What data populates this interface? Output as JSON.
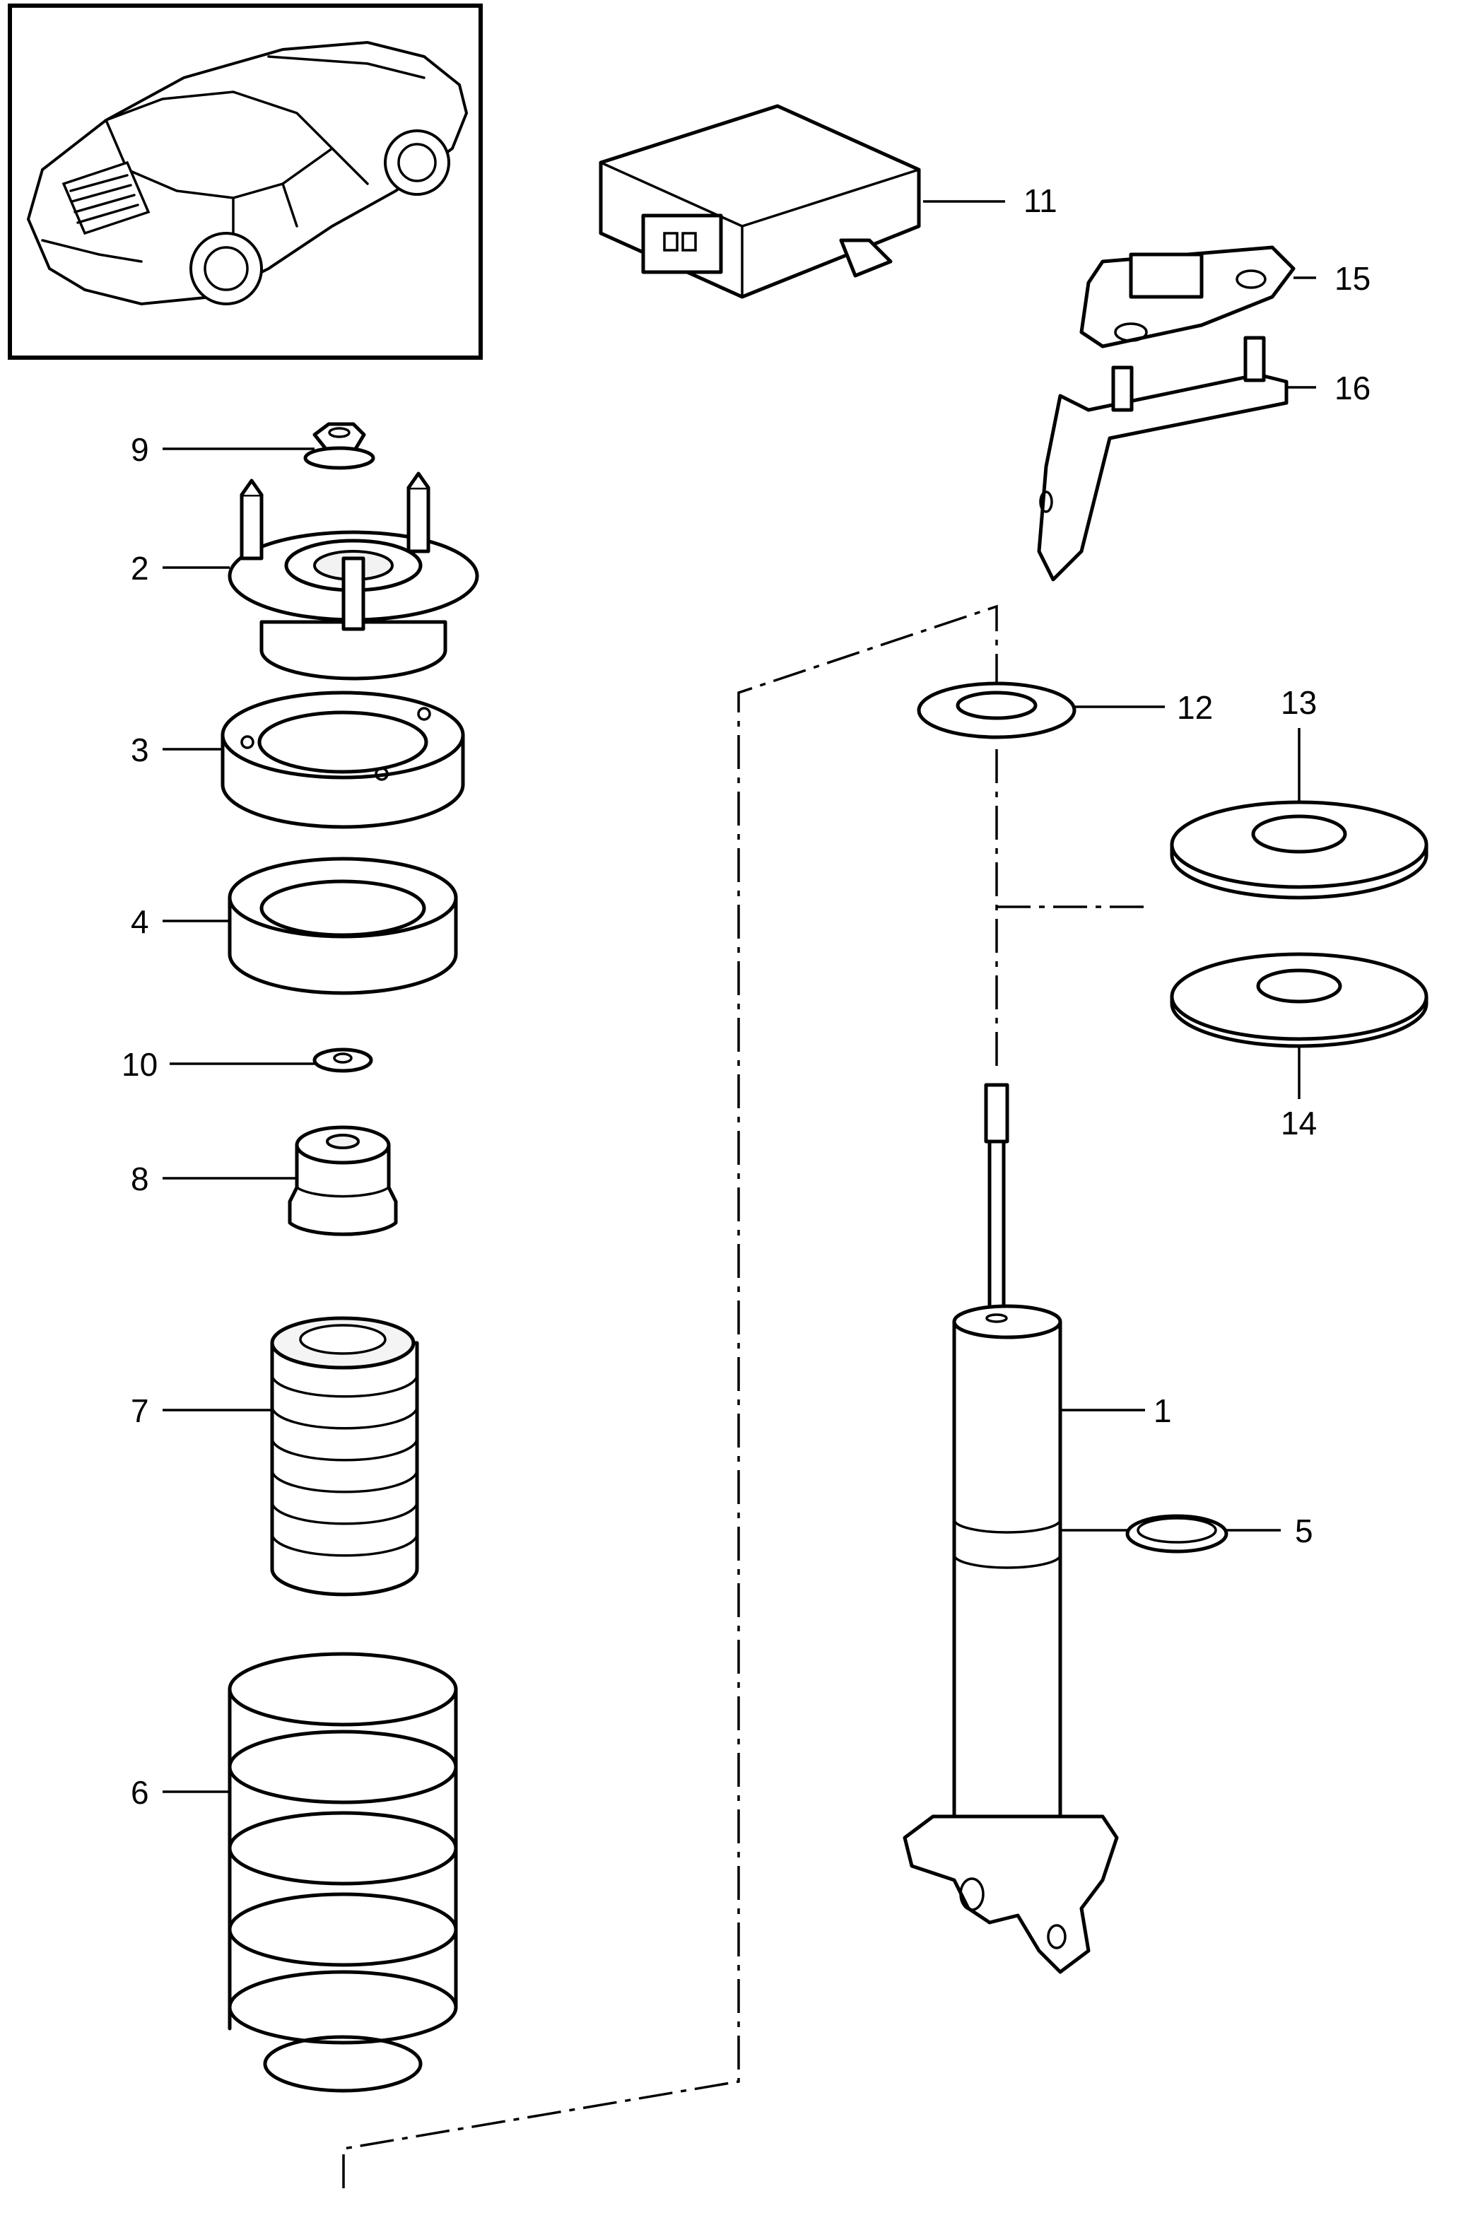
{
  "colors": {
    "line": "#000000",
    "background": "#ffffff"
  },
  "callouts": {
    "p1": "1",
    "p2": "2",
    "p3": "3",
    "p4": "4",
    "p5": "5",
    "p6": "6",
    "p7": "7",
    "p8": "8",
    "p9": "9",
    "p10": "10",
    "p11": "11",
    "p12": "12",
    "p13": "13",
    "p14": "14",
    "p15": "15",
    "p16": "16"
  }
}
